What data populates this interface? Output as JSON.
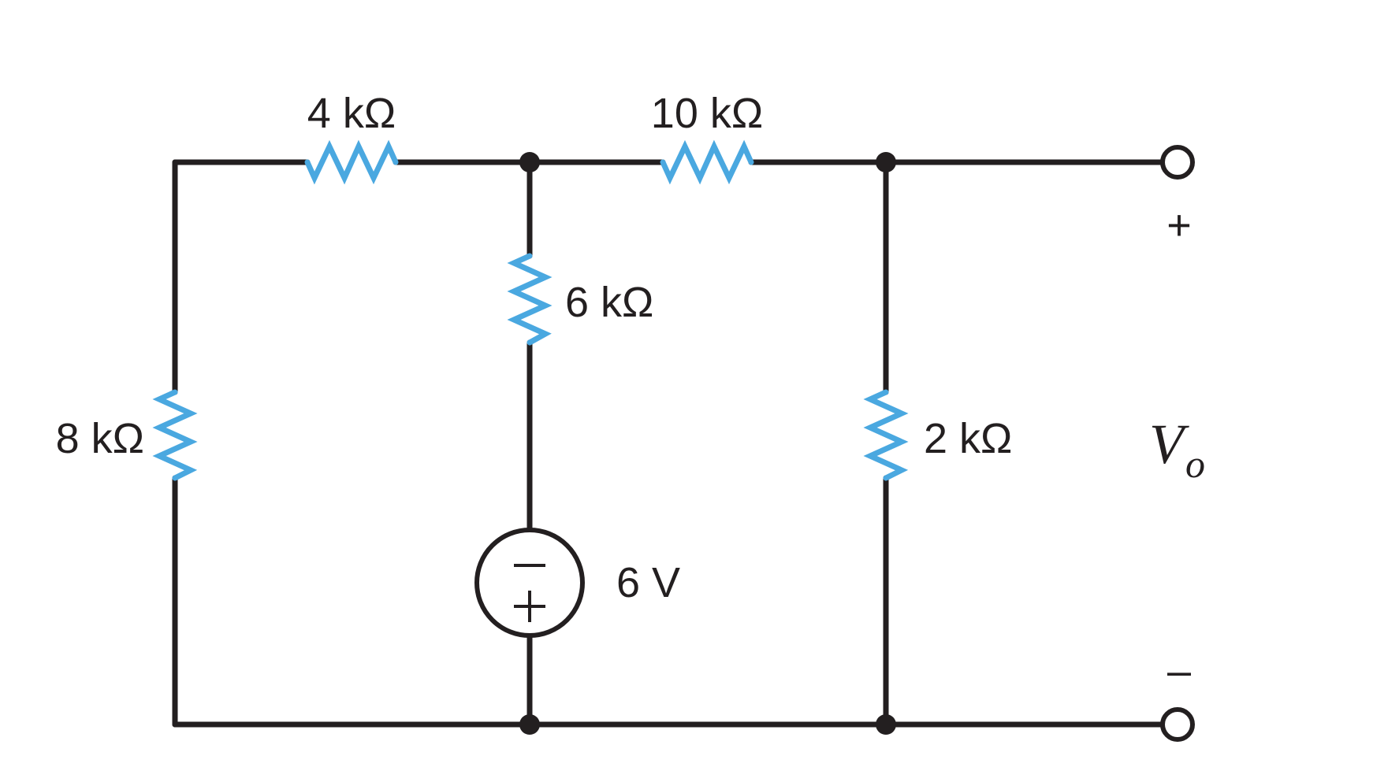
{
  "components": {
    "r_top_left": {
      "label": "4 kΩ"
    },
    "r_top_right": {
      "label": "10 kΩ"
    },
    "r_middle": {
      "label": "6 kΩ"
    },
    "r_left": {
      "label": "8 kΩ"
    },
    "r_right": {
      "label": "2 kΩ"
    },
    "source": {
      "label": "6 V",
      "top_polarity": "minus",
      "bottom_polarity": "plus"
    }
  },
  "output": {
    "symbol": "V",
    "subscript": "o",
    "plus": "+",
    "minus": "–"
  },
  "colors": {
    "wire": "#231f20",
    "resistor": "#4aa8e0"
  }
}
